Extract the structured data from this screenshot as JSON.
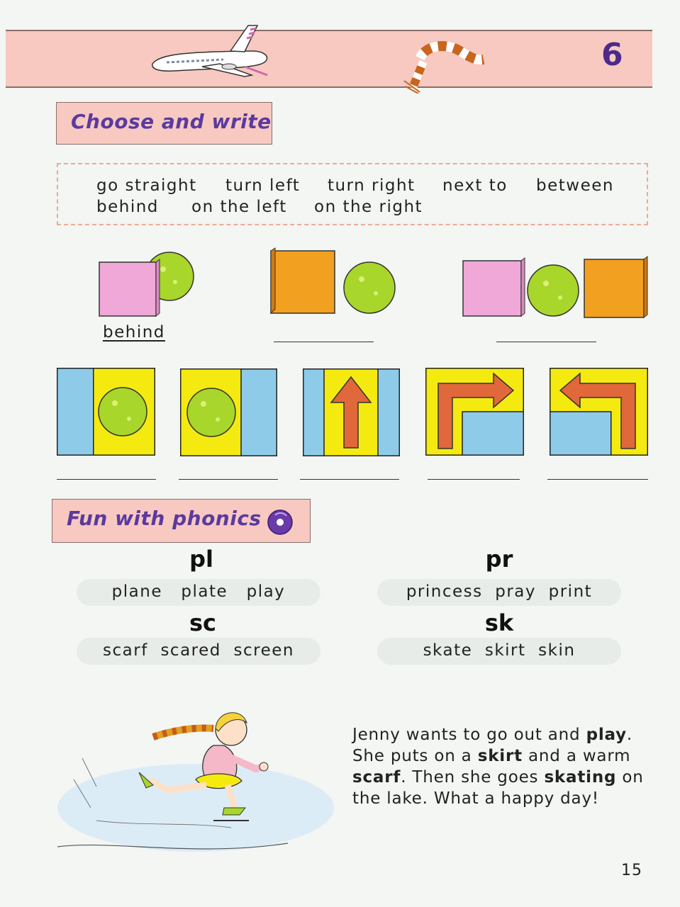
{
  "header": {
    "unit_number": "6"
  },
  "section1": {
    "title": "Choose and write",
    "word_bank": [
      "go straight",
      "turn left",
      "turn right",
      "next to",
      "between",
      "behind",
      "on the left",
      "on the right"
    ],
    "example_answer": "behind"
  },
  "section2": {
    "title": "Fun with phonics",
    "groups": [
      {
        "head": "pl",
        "words": "plane   plate   play"
      },
      {
        "head": "pr",
        "words": "princess  pray  print"
      },
      {
        "head": "sc",
        "words": "scarf  scared  screen"
      },
      {
        "head": "sk",
        "words": "skate  skirt  skin"
      }
    ]
  },
  "story": {
    "parts": [
      "Jenny wants to go out and ",
      "play",
      ".",
      "She puts on a ",
      "skirt",
      " and a warm",
      "scarf",
      ". Then she goes ",
      "skating",
      " on",
      "the lake. What a happy day!"
    ]
  },
  "footer": {
    "page_number": "15"
  },
  "colors": {
    "banner": "#f7c9c1",
    "title_text": "#5b3a9e",
    "pink_box": "#f0a8d8",
    "orange_box": "#f2a020",
    "green_ball": "#a8d62a",
    "blue": "#8ecbe8",
    "yellow": "#f5ea10",
    "arrow": "#e0683a"
  }
}
